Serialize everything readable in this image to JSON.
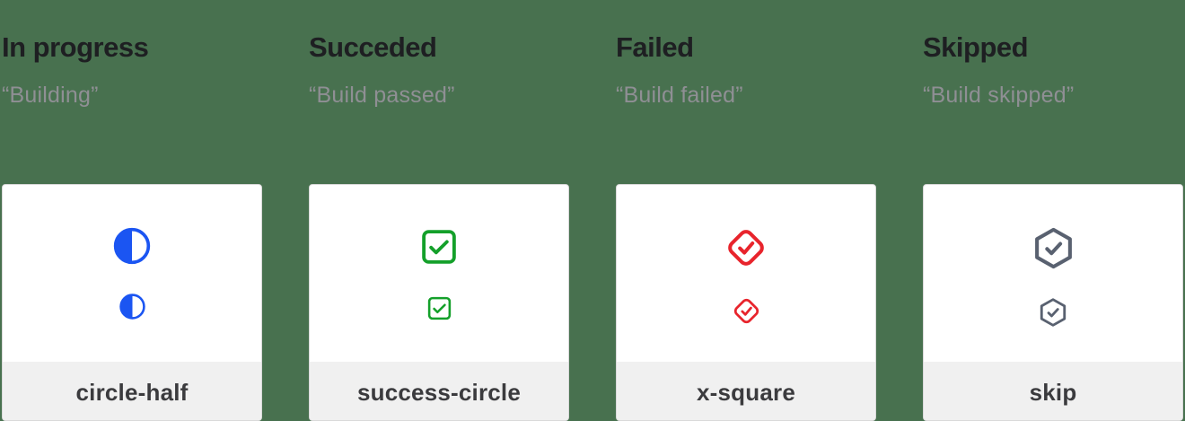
{
  "page": {
    "background_color": "#48714f",
    "card_background": "#ffffff",
    "card_footer_background": "#f0f0f0"
  },
  "columns": [
    {
      "title": "In progress",
      "quote": "“Building”",
      "icon": "circle-half-icon",
      "label": "circle-half",
      "color": "#1b55f2"
    },
    {
      "title": "Succeded",
      "quote": "“Build passed”",
      "icon": "check-square-icon",
      "label": "success-circle",
      "color": "#14a02a"
    },
    {
      "title": "Failed",
      "quote": "“Build failed”",
      "icon": "check-diamond-icon",
      "label": "x-square",
      "color": "#e8242c"
    },
    {
      "title": "Skipped",
      "quote": "“Build skipped”",
      "icon": "check-hexagon-icon",
      "label": "skip",
      "color": "#596170"
    }
  ]
}
